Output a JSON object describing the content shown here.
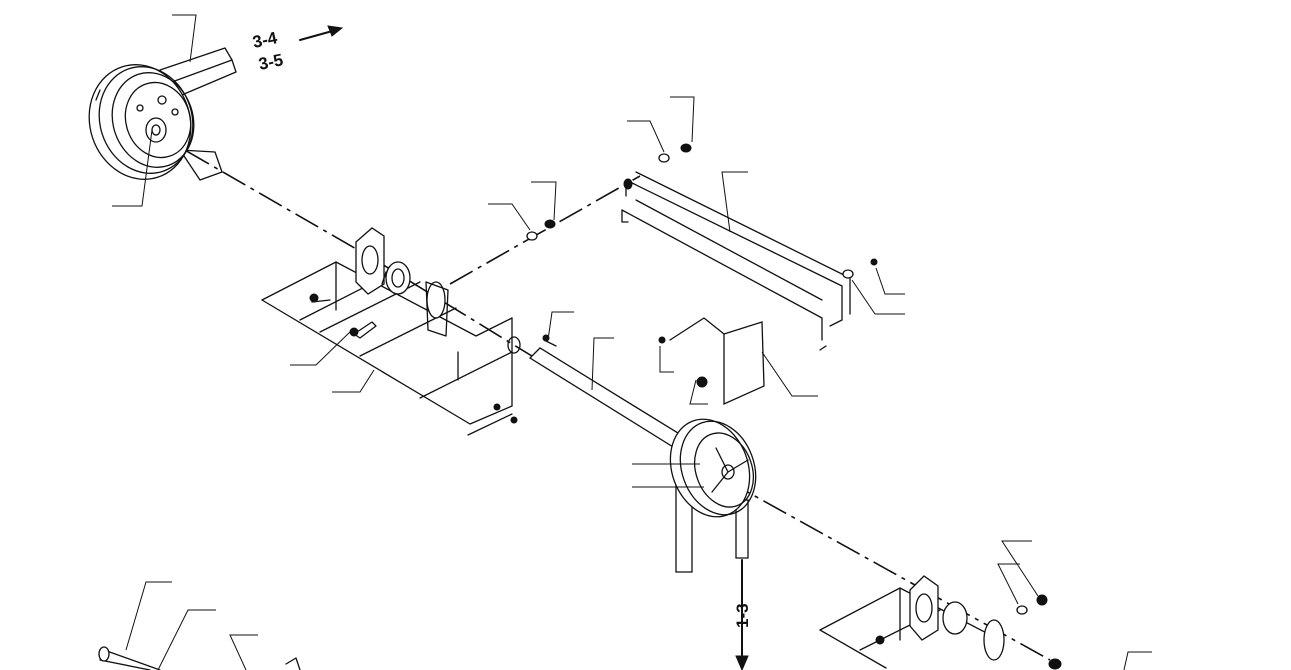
{
  "references": {
    "upper_a": "3-4",
    "upper_b": "3-5",
    "lower": "1-3"
  }
}
